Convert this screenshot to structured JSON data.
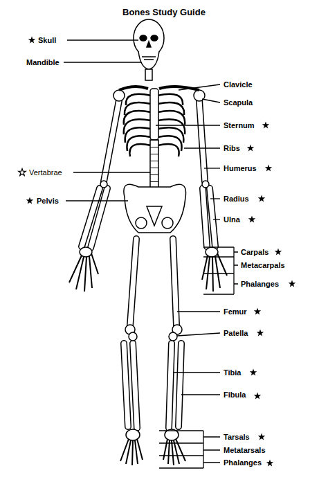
{
  "diagram": {
    "title": "Bones Study Guide",
    "labels": [
      "Skull",
      "Mandible",
      "Vertabrae",
      "Pelvis",
      "Clavicle",
      "Scapula",
      "Sternum",
      "Ribs",
      "Humerus",
      "Radius",
      "Ulna",
      "Carpals",
      "Metacarpals",
      "Phalanges",
      "Femur",
      "Patella",
      "Tibia",
      "Fibula",
      "Tarsals",
      "Metatarsals",
      "Phalanges"
    ]
  }
}
